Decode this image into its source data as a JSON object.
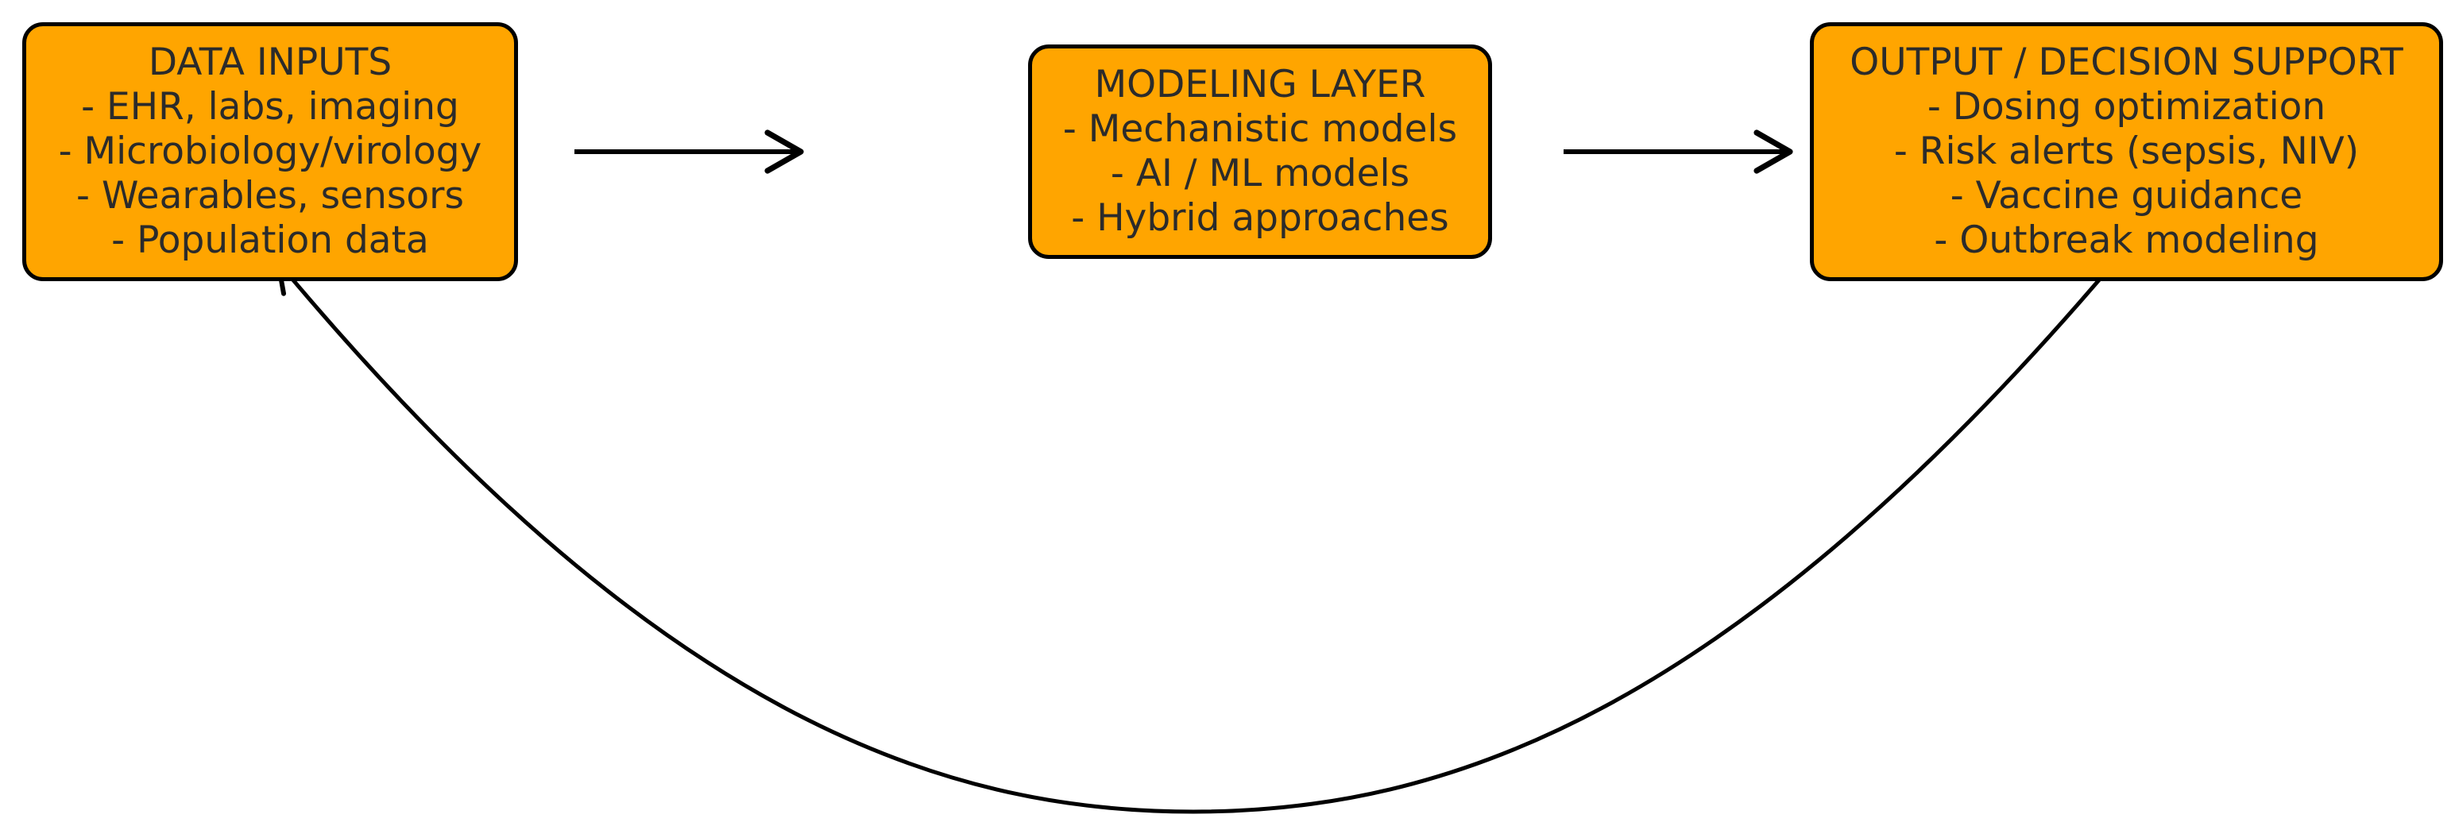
{
  "colors": {
    "box_fill": "#FFA500",
    "box_stroke": "#000000",
    "text": "#2b2b2b",
    "arrow": "#000000"
  },
  "boxes": {
    "data_inputs": {
      "title": "DATA INPUTS",
      "items": [
        "- EHR, labs, imaging",
        "- Microbiology/virology",
        "- Wearables, sensors",
        "- Population data"
      ]
    },
    "modeling_layer": {
      "title": "MODELING LAYER",
      "items": [
        "- Mechanistic models",
        "- AI / ML models",
        "- Hybrid approaches"
      ]
    },
    "output_decision_support": {
      "title": "OUTPUT / DECISION SUPPORT",
      "items": [
        "- Dosing optimization",
        "- Risk alerts (sepsis, NIV)",
        "- Vaccine guidance",
        "- Outbreak modeling"
      ]
    }
  },
  "connections": [
    {
      "from": "data_inputs",
      "to": "modeling_layer",
      "style": "straight"
    },
    {
      "from": "modeling_layer",
      "to": "output_decision_support",
      "style": "straight"
    },
    {
      "from": "output_decision_support",
      "to": "data_inputs",
      "style": "curved-feedback"
    }
  ]
}
